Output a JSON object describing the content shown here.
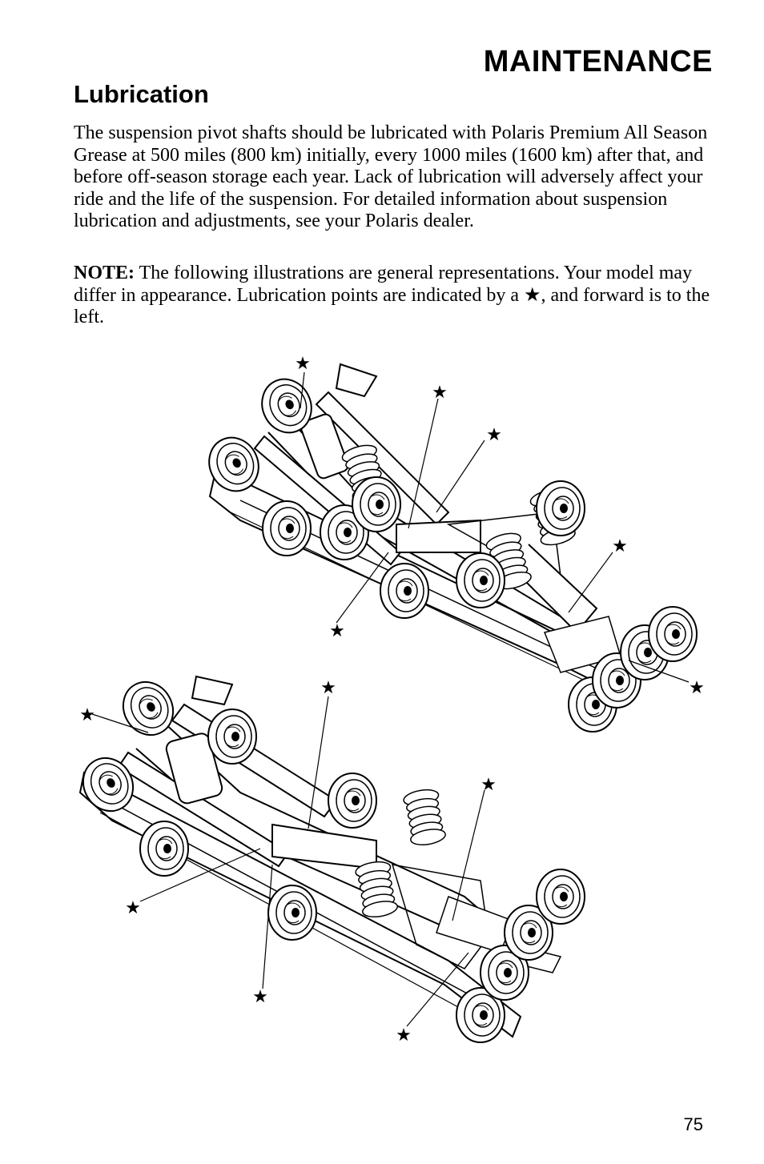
{
  "header": {
    "title": "MAINTENANCE"
  },
  "section": {
    "title": "Lubrication"
  },
  "paragraphs": {
    "intro": "The suspension pivot shafts should be lubricated with Polaris Premium All Season Grease at 500 miles (800 km) initially, every 1000 miles (1600 km) after that, and before off-season storage each year.  Lack of lubrication will adversely affect your ride and the life of the suspension.  For detailed information about suspension lubrication and adjustments, see your Polaris dealer.",
    "note_label": "NOTE:",
    "note_text": "  The following illustrations are general representations.  Your model may differ in appearance.  Lubrication points are indicated by a ★, and forward is to the left."
  },
  "footer": {
    "page_number": "75"
  }
}
